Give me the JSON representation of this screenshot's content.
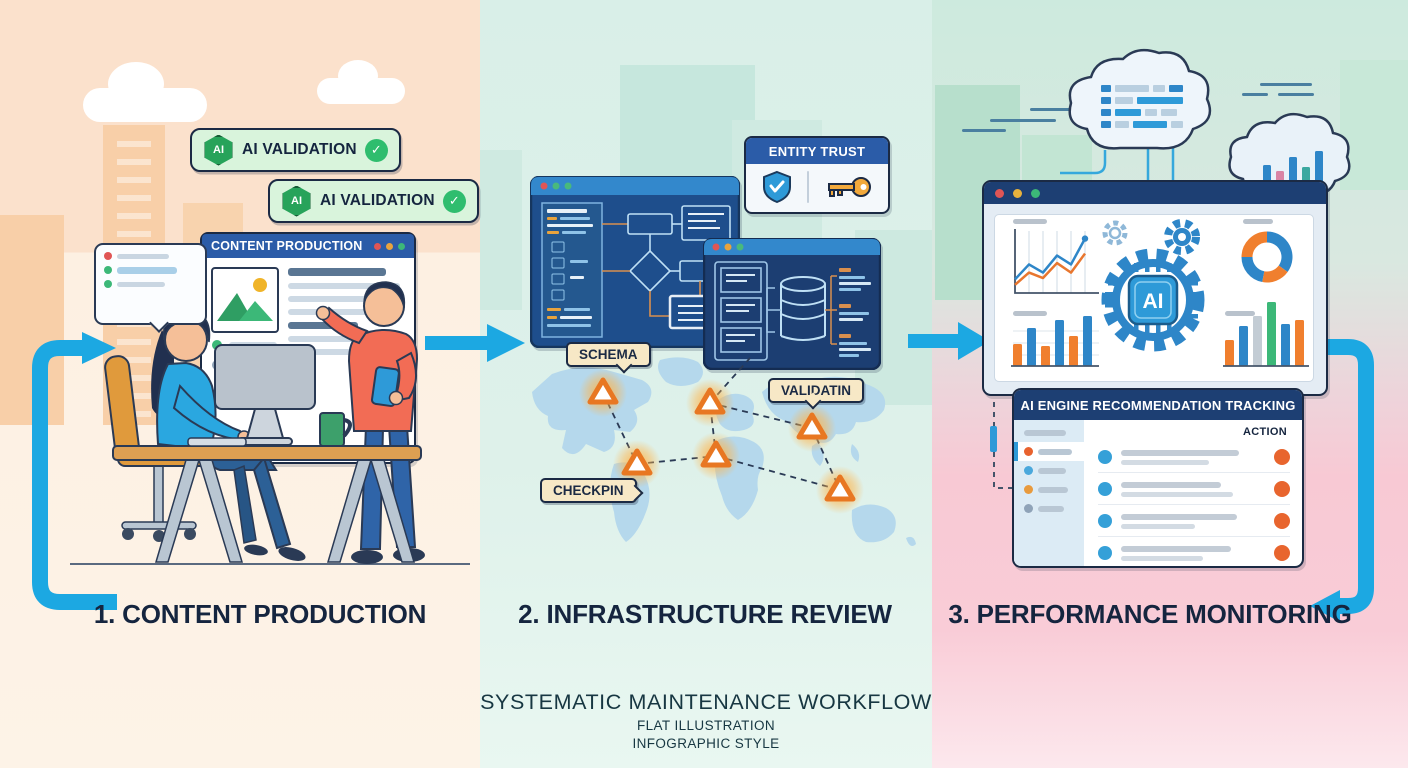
{
  "footer": {
    "title": "SYSTEMATIC MAINTENANCE WORKFLOW",
    "subtitle1": "FLAT ILLUSTRATION",
    "subtitle2": "INFOGRAPHIC STYLE"
  },
  "steps": [
    {
      "label": "1. CONTENT PRODUCTION"
    },
    {
      "label": "2. INFRASTRUCTURE REVIEW"
    },
    {
      "label": "3. PERFORMANCE MONITORING"
    }
  ],
  "panel1": {
    "badges": [
      {
        "icon_text": "AI",
        "label": "AI VALIDATION",
        "check": "✓"
      },
      {
        "icon_text": "AI",
        "label": "AI VALIDATION",
        "check": "✓"
      }
    ],
    "window_title": "CONTENT PRODUCTION"
  },
  "panel2": {
    "entity_trust_title": "ENTITY TRUST",
    "map_labels": [
      {
        "text": "SCHEMA"
      },
      {
        "text": "VALIDATIN"
      },
      {
        "text": "CHECKPIN"
      }
    ]
  },
  "panel3": {
    "tracking_title": "AI ENGINE RECOMMENDATION TRACKING",
    "action_header": "ACTION",
    "ai_chip_label": "AI"
  },
  "colors": {
    "accent_blue": "#1ca8e2",
    "navy": "#1d3f73",
    "header_blue": "#2b5ca8",
    "green": "#3cb878",
    "orange": "#f07f2e",
    "warning_orange": "#e87722",
    "peach_bg": "#fbe1cc",
    "mint_bg": "#d9efe8",
    "pink_bg": "#f8c9d4"
  },
  "chart_data": {
    "dash_line": {
      "type": "line",
      "series": [
        {
          "name": "primary-blue",
          "values": [
            20,
            42,
            30,
            55,
            42,
            80
          ]
        },
        {
          "name": "secondary-orange",
          "values": [
            12,
            30,
            22,
            44,
            30,
            58
          ]
        }
      ]
    },
    "dash_donut": {
      "type": "pie",
      "segments": [
        {
          "color": "blue",
          "pct": 35
        },
        {
          "color": "orange",
          "pct": 18
        },
        {
          "color": "blue",
          "pct": 22
        },
        {
          "color": "orange",
          "pct": 25
        }
      ]
    },
    "dash_bars_left": {
      "type": "bar",
      "values": [
        22,
        38,
        20,
        46,
        30,
        50
      ],
      "colors": [
        "orange",
        "blue",
        "orange",
        "blue",
        "orange",
        "blue"
      ]
    },
    "dash_bars_right": {
      "type": "bar",
      "values": [
        26,
        40,
        50,
        64,
        42,
        46
      ],
      "colors": [
        "orange",
        "blue",
        "gray",
        "green",
        "blue",
        "orange"
      ]
    },
    "cloud_bars": {
      "type": "bar",
      "values": [
        20,
        14,
        28,
        18,
        34
      ],
      "colors": [
        "blue",
        "pink",
        "blue",
        "teal",
        "blue"
      ]
    }
  }
}
